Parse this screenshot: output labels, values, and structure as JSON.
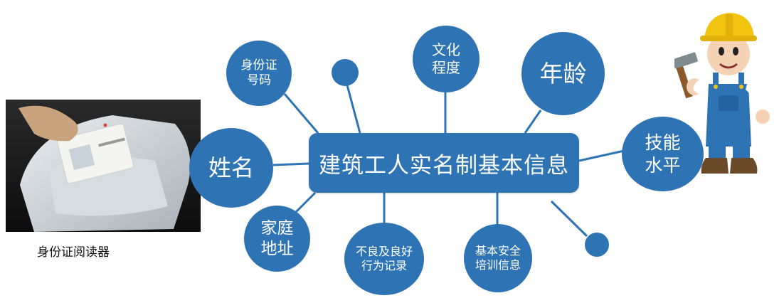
{
  "center": {
    "label": "建筑工人实名制基本信息"
  },
  "nodes": [
    {
      "id": "id-number",
      "label": "身份证\n号码"
    },
    {
      "id": "education",
      "label": "文化\n程度"
    },
    {
      "id": "age",
      "label": "年龄"
    },
    {
      "id": "name",
      "label": "姓名"
    },
    {
      "id": "skill-level",
      "label": "技能\n水平"
    },
    {
      "id": "address",
      "label": "家庭\n地址"
    },
    {
      "id": "conduct-record",
      "label": "不良及良好\n行为记录"
    },
    {
      "id": "safety-training",
      "label": "基本安全\n培训信息"
    }
  ],
  "reader": {
    "caption": "身份证阅读器"
  },
  "colors": {
    "node": "#2e74b5",
    "line": "#2e74b5",
    "text": "#ffffff"
  }
}
